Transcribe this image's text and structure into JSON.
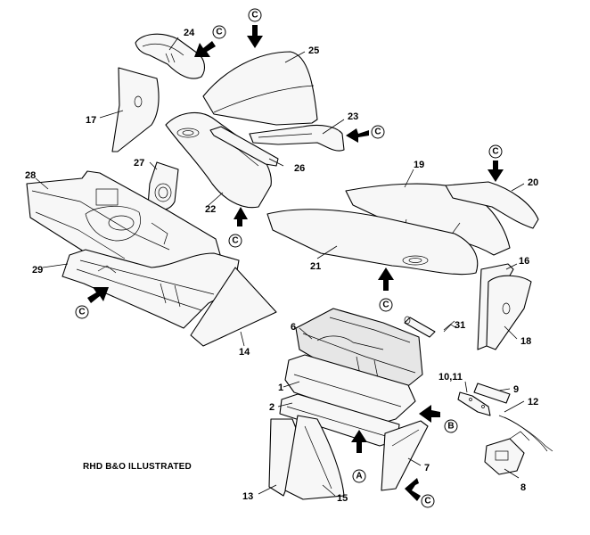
{
  "caption": "RHD B&O ILLUSTRATED",
  "callouts": {
    "c1": "1",
    "c2": "2",
    "c6": "6",
    "c7": "7",
    "c8": "8",
    "c9": "9",
    "c10_11": "10,11",
    "c12": "12",
    "c13": "13",
    "c14": "14",
    "c15": "15",
    "c16": "16",
    "c17": "17",
    "c18": "18",
    "c19": "19",
    "c20": "20",
    "c21": "21",
    "c22": "22",
    "c23": "23",
    "c24": "24",
    "c25": "25",
    "c26": "26",
    "c27": "27",
    "c28": "28",
    "c29": "29",
    "c31": "31"
  },
  "view_markers": {
    "A": "A",
    "B": "B",
    "C": "C"
  }
}
